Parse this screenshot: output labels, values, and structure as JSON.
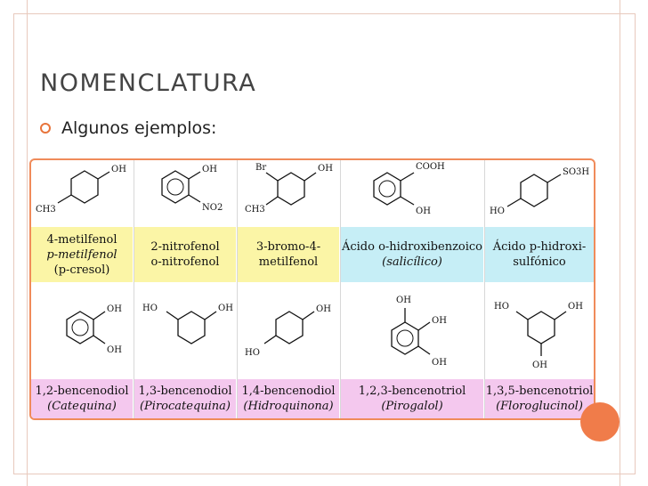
{
  "slide": {
    "title": "NOMENCLATURA",
    "bullet": "Algunos ejemplos:"
  },
  "row1": [
    {
      "groups": [
        "OH",
        "CH3"
      ],
      "lines": [
        "4-metilfenol",
        "p-metilfenol",
        "(p-cresol)"
      ]
    },
    {
      "groups": [
        "OH",
        "NO2"
      ],
      "lines": [
        "2-nitrofenol",
        "o-nitrofenol"
      ]
    },
    {
      "groups": [
        "Br",
        "OH",
        "CH3"
      ],
      "lines": [
        "3-bromo-4-",
        "metilfenol"
      ]
    },
    {
      "groups": [
        "COOH",
        "OH"
      ],
      "lines": [
        "Ácido o-hidroxibenzoico",
        "(salicílico)"
      ]
    },
    {
      "groups": [
        "SO3H",
        "HO"
      ],
      "lines": [
        "Ácido p-hidroxi-",
        "sulfónico"
      ]
    }
  ],
  "row2": [
    {
      "groups": [
        "OH",
        "OH"
      ],
      "lines": [
        "1,2-bencenodiol",
        "(Catequina)"
      ]
    },
    {
      "groups": [
        "HO",
        "OH"
      ],
      "lines": [
        "1,3-bencenodiol",
        "(Pirocatequina)"
      ]
    },
    {
      "groups": [
        "OH",
        "HO"
      ],
      "lines": [
        "1,4-bencenodiol",
        "(Hidroquinona)"
      ]
    },
    {
      "groups": [
        "OH",
        "OH",
        "OH"
      ],
      "lines": [
        "1,2,3-bencenotriol",
        "(Pirogalol)"
      ]
    },
    {
      "groups": [
        "HO",
        "OH",
        "OH"
      ],
      "lines": [
        "1,3,5-bencenotriol",
        "(Floroglucinol)"
      ]
    }
  ]
}
